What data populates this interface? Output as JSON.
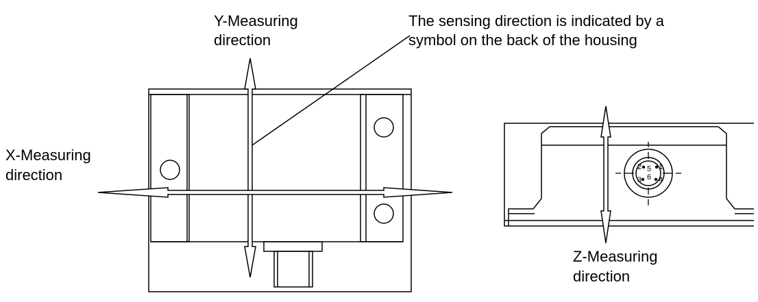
{
  "labels": {
    "y_axis": [
      "Y-Measuring",
      "direction"
    ],
    "x_axis": [
      "X-Measuring",
      "direction"
    ],
    "z_axis": [
      "Z-Measuring",
      "direction"
    ],
    "note": [
      "The sensing direction is indicated by a",
      "symbol on the back of the housing"
    ]
  },
  "connector_pins": [
    "1",
    "2",
    "3",
    "4",
    "5",
    "6"
  ],
  "colors": {
    "line": "#000000",
    "background": "#ffffff"
  }
}
